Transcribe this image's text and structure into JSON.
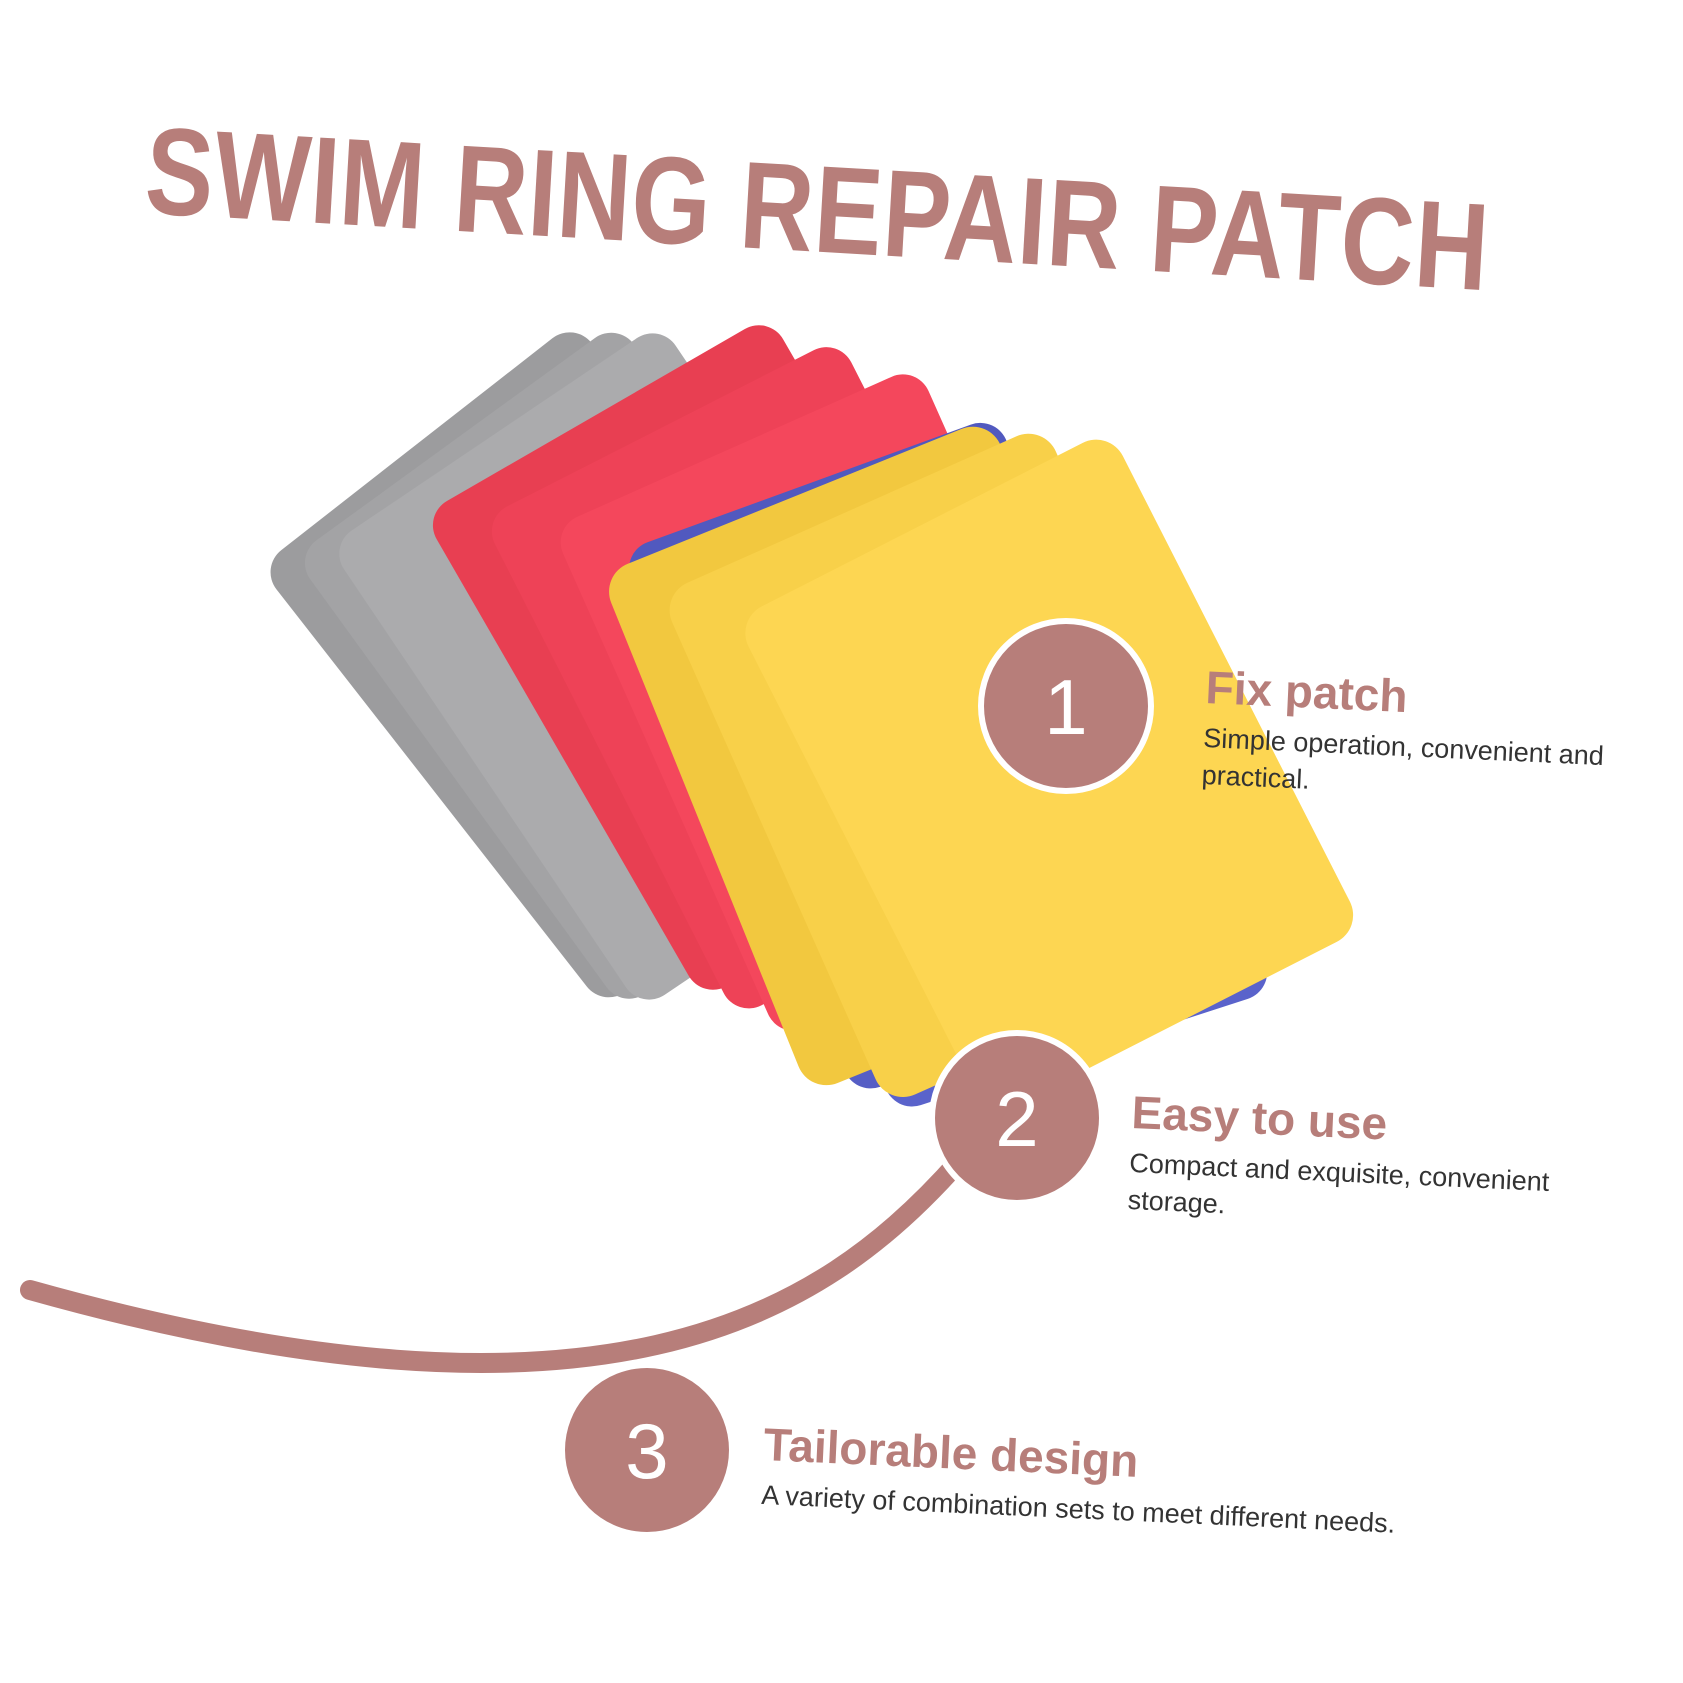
{
  "colors": {
    "accent": "#b77e7a",
    "gray_patch": "#a9a9ab",
    "red_patch": "#f4475c",
    "blue_patch": "#5a63cb",
    "yellow_patch": "#fdd652",
    "body_text": "#333333"
  },
  "title": "SWIM RING REPAIR PATCH",
  "features": [
    {
      "number": "1",
      "title": "Fix patch",
      "description": "Simple operation, convenient and practical."
    },
    {
      "number": "2",
      "title": "Easy to use",
      "description": "Compact and exquisite, convenient storage."
    },
    {
      "number": "3",
      "title": "Tailorable design",
      "description": "A variety of combination sets to meet different needs."
    }
  ],
  "product_image": {
    "patch_colors": [
      "gray",
      "gray",
      "gray",
      "red",
      "red",
      "red",
      "blue",
      "blue",
      "blue",
      "yellow",
      "yellow",
      "yellow"
    ]
  }
}
